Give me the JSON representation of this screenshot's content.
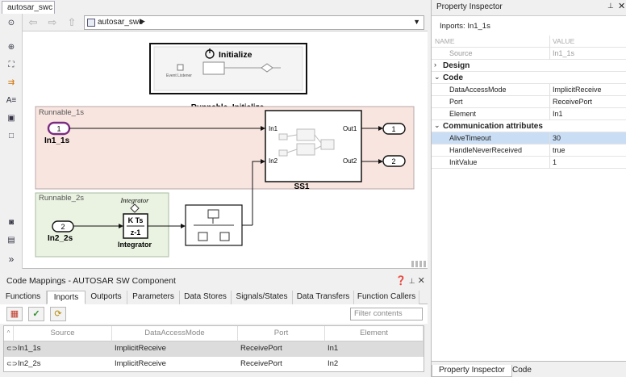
{
  "model_tab": "autosar_swc",
  "breadcrumb": "autosar_swc",
  "blocks": {
    "initialize_title": "Initialize",
    "event_listener": "Event Listener",
    "initialize_name": "Runnable_Initialize",
    "runnable1_label": "Runnable_1s",
    "runnable2_label": "Runnable_2s",
    "inport1_num": "1",
    "inport1_name": "In1_1s",
    "inport2_num": "2",
    "inport2_name": "In2_2s",
    "ss1_in1": "In1",
    "ss1_in2": "In2",
    "ss1_out1": "Out1",
    "ss1_out2": "Out2",
    "ss1_name": "SS1",
    "outport1_num": "1",
    "outport2_num": "2",
    "integrator_italic": "Integrator",
    "integrator_num": "K Ts",
    "integrator_den": "z-1",
    "integrator_name": "Integrator"
  },
  "code_mappings": {
    "title": "Code Mappings - AUTOSAR SW Component",
    "tabs": [
      "Functions",
      "Inports",
      "Outports",
      "Parameters",
      "Data Stores",
      "Signals/States",
      "Data Transfers",
      "Function Callers"
    ],
    "active_tab": "Inports",
    "filter_placeholder": "Filter contents",
    "columns": [
      "Source",
      "DataAccessMode",
      "Port",
      "Element"
    ],
    "rows": [
      {
        "source": "In1_1s",
        "mode": "ImplicitReceive",
        "port": "ReceivePort",
        "element": "In1"
      },
      {
        "source": "In2_2s",
        "mode": "ImplicitReceive",
        "port": "ReceivePort",
        "element": "In2"
      }
    ]
  },
  "property_inspector": {
    "title": "Property Inspector",
    "subtitle": "Inports: In1_1s",
    "col_name": "NAME",
    "col_value": "VALUE",
    "source_key": "Source",
    "source_val": "In1_1s",
    "group_design": "Design",
    "group_code": "Code",
    "dam_key": "DataAccessMode",
    "dam_val": "ImplicitReceive",
    "port_key": "Port",
    "port_val": "ReceivePort",
    "element_key": "Element",
    "element_val": "In1",
    "group_comm": "Communication attributes",
    "alive_key": "AliveTimeout",
    "alive_val": "30",
    "hnr_key": "HandleNeverReceived",
    "hnr_val": "true",
    "init_key": "InitValue",
    "init_val": "1",
    "bottom_tabs": [
      "Property Inspector",
      "Code"
    ]
  }
}
